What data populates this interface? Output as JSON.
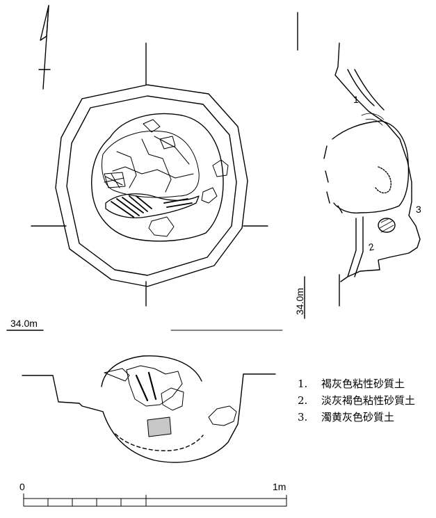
{
  "elevation_labels": {
    "plan": "34.0m",
    "section_right": "34.0m"
  },
  "layer_numbers": [
    "1",
    "2",
    "3"
  ],
  "legend": [
    {
      "num": "1.",
      "text": "褐灰色粘性砂質土"
    },
    {
      "num": "2.",
      "text": "淡灰褐色粘性砂質土"
    },
    {
      "num": "3.",
      "text": "濁黄灰色砂質土"
    }
  ],
  "scale_bar": {
    "start": "0",
    "end": "1m"
  }
}
